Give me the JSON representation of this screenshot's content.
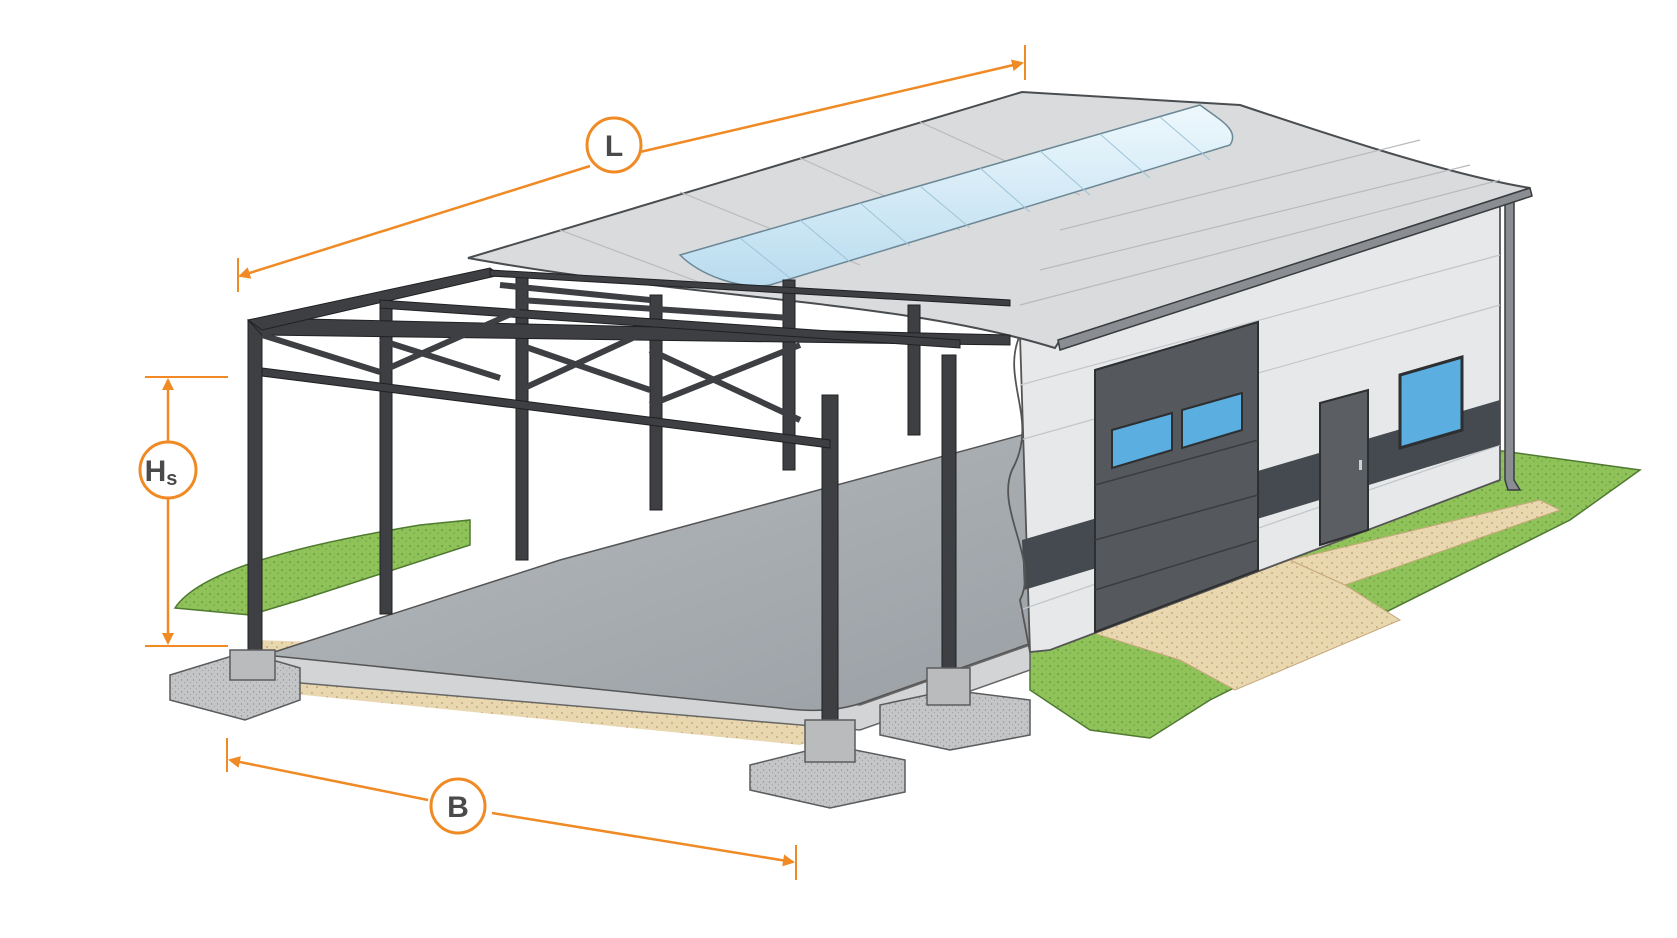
{
  "dimensions": {
    "length": {
      "label": "L"
    },
    "width": {
      "label": "B"
    },
    "side_height": {
      "label": "H",
      "subscript": "s"
    }
  },
  "colors": {
    "dimension_accent": "#f08a24",
    "steel_frame": "#3d3f42",
    "roof_sheet": "#d9dbdd",
    "skylight": "#cfe8f5",
    "wall_panel": "#e6e8ea",
    "wall_band": "#444a50",
    "door": "#55585c",
    "window_glass": "#5aaee0",
    "floor_slab": "#9ea3a8",
    "foundation": "#b9bbbd",
    "grass": "#8fc35a",
    "path": "#f3d9b4"
  }
}
